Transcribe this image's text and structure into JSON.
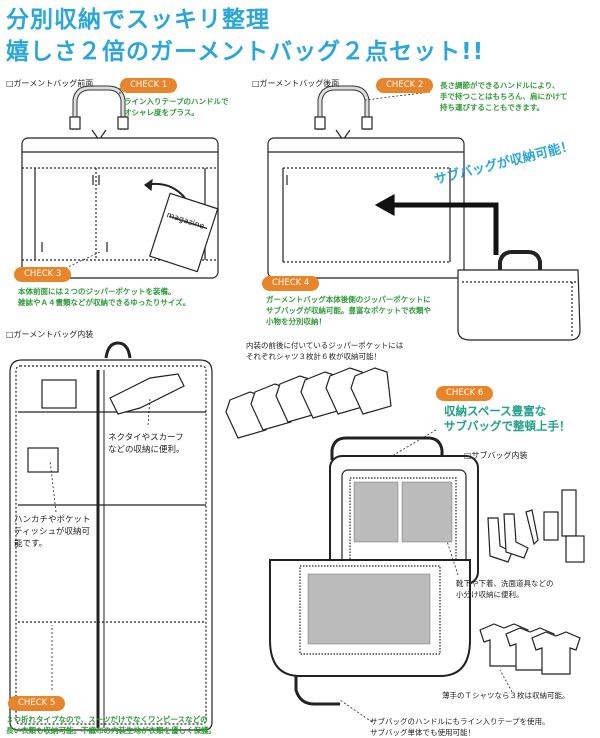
{
  "header": {
    "line1": "分別収納でスッキリ整理",
    "line2": "嬉しさ２倍のガーメントバッグ２点セット!!"
  },
  "sections": {
    "front": "□ガーメントバッグ前面",
    "back": "□ガーメントバッグ後面",
    "inside": "□ガーメントバッグ内装",
    "sub_inside": "□サブバッグ内装"
  },
  "checks": {
    "c1": {
      "label": "CHECK 1",
      "text": "ライン入りテープのハンドルで\nオシャレ度をプラス。"
    },
    "c2": {
      "label": "CHECK 2",
      "text": "長さ調節ができるハンドルにより、\n手で持つことはもちろん、肩にかけて\n持ち運びすることもできます。"
    },
    "c3": {
      "label": "CHECK 3",
      "text": "本体前面には２つのジッパーポケットを装備。\n雑誌やＡ４書類などが収納できるゆったりサイズ。"
    },
    "c4": {
      "label": "CHECK 4",
      "text": "ガーメントバッグ本体後側のジッパーポケットに\nサブバッグが収納可能。豊富なポケットで衣類や\n小物を分別収納！"
    },
    "c5": {
      "label": "CHECK 5",
      "text": "３つ折れタイプなので、スーツだけでなくワンピースなどの\n長い衣類も収納可能。不織布の内装生地が衣類を優しく保護。"
    },
    "c6": {
      "label": "CHECK 6",
      "text": "収納スペース豊富な\nサブバッグで整頓上手！"
    }
  },
  "banner": "サブバッグが収納可能！",
  "magazine": "magazine",
  "notes": {
    "shirts": "内装の前後に付いているジッパーポケットには\nそれぞれシャツ３枚計６枚が収納可能！",
    "tie": "ネクタイやスカーフ\nなどの収納に便利。",
    "hanky": "ハンカチやポケット\nティッシュが収納可\n能です。",
    "socks": "靴下や下着、洗面道具などの\n小分け収納に便利。",
    "tshirts": "薄手のＴシャツなら３枚は収納可能。",
    "handle": "サブバッグのハンドルにもライン入りテープを使用。\nサブバッグ単体でも使用可能！"
  },
  "colors": {
    "accent": "#2aa6d8",
    "check": "#e8842a",
    "green": "#2f9a3a",
    "teal": "#21a08a"
  }
}
